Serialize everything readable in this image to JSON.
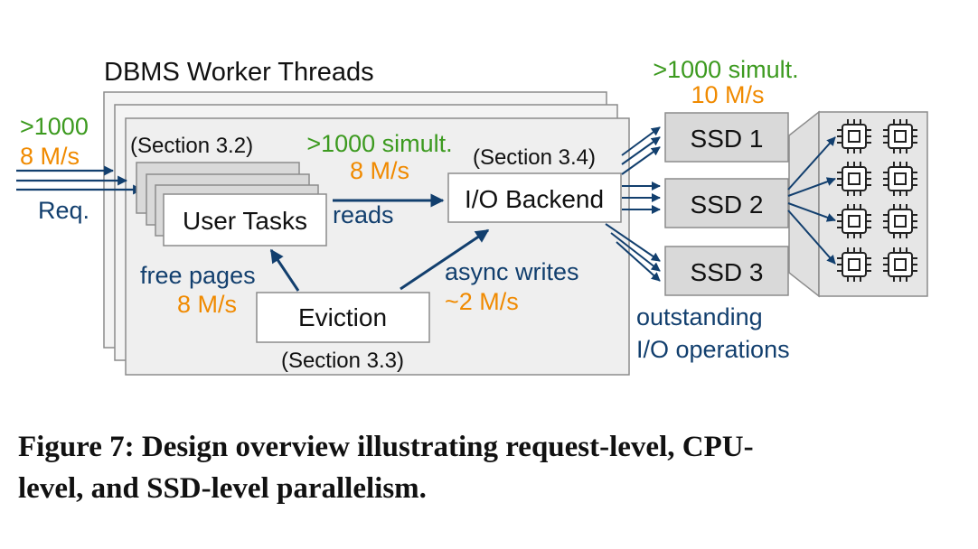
{
  "colors": {
    "green": "#3c9a1f",
    "orange": "#f08a00",
    "navy": "#123f6e",
    "box_border": "#8c8c8c",
    "panel_fill": "#efefef",
    "ssd_fill": "#d9d9d9"
  },
  "diagram": {
    "title": "DBMS Worker Threads",
    "request": {
      "count": ">1000",
      "rate": "8 M/s",
      "label": "Req."
    },
    "sections": {
      "user_tasks": "(Section 3.2)",
      "io_backend": "(Section 3.4)",
      "eviction": "(Section 3.3)"
    },
    "boxes": {
      "user_tasks": "User Tasks",
      "io_backend": "I/O Backend",
      "eviction": "Eviction"
    },
    "reads": {
      "count": ">1000 simult.",
      "rate": "8 M/s",
      "label": "reads"
    },
    "free_pages": {
      "label": "free pages",
      "rate": "8 M/s"
    },
    "async_writes": {
      "label": "async writes",
      "rate": "~2 M/s"
    },
    "ssd_traffic": {
      "count": ">1000 simult.",
      "rate": "10 M/s"
    },
    "ssds": [
      "SSD 1",
      "SSD 2",
      "SSD 3"
    ],
    "outstanding": [
      "outstanding",
      "I/O operations"
    ],
    "flash_chip_icons": 8
  },
  "caption": {
    "line1": "Figure 7: Design overview illustrating request-level, CPU-",
    "line2": "level, and SSD-level parallelism."
  }
}
